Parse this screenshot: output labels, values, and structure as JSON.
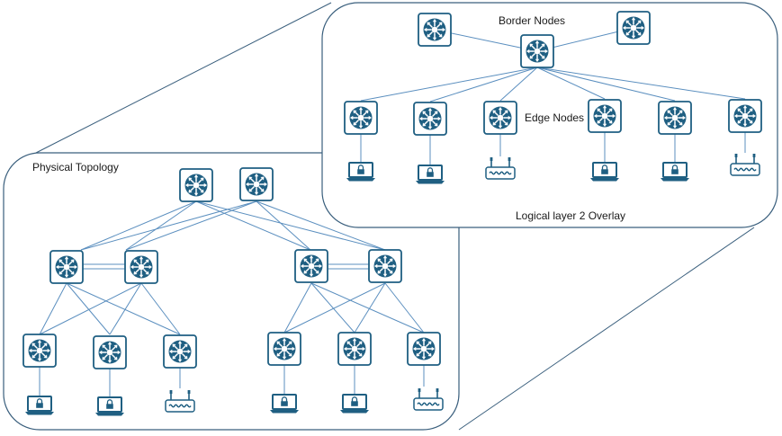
{
  "labels": {
    "border_nodes": "Border Nodes",
    "edge_nodes": "Edge Nodes",
    "overlay": "Logical layer 2 Overlay",
    "physical": "Physical Topology"
  },
  "colors": {
    "switch_fill": "#1f5f82",
    "switch_glyph": "#ffffff",
    "link": "#5b8fbf",
    "panel_border": "#3a5f7d",
    "device": "#1f5f82"
  },
  "icons": [
    "switch-icon",
    "laptop-lock-icon",
    "wireless-ap-icon"
  ]
}
